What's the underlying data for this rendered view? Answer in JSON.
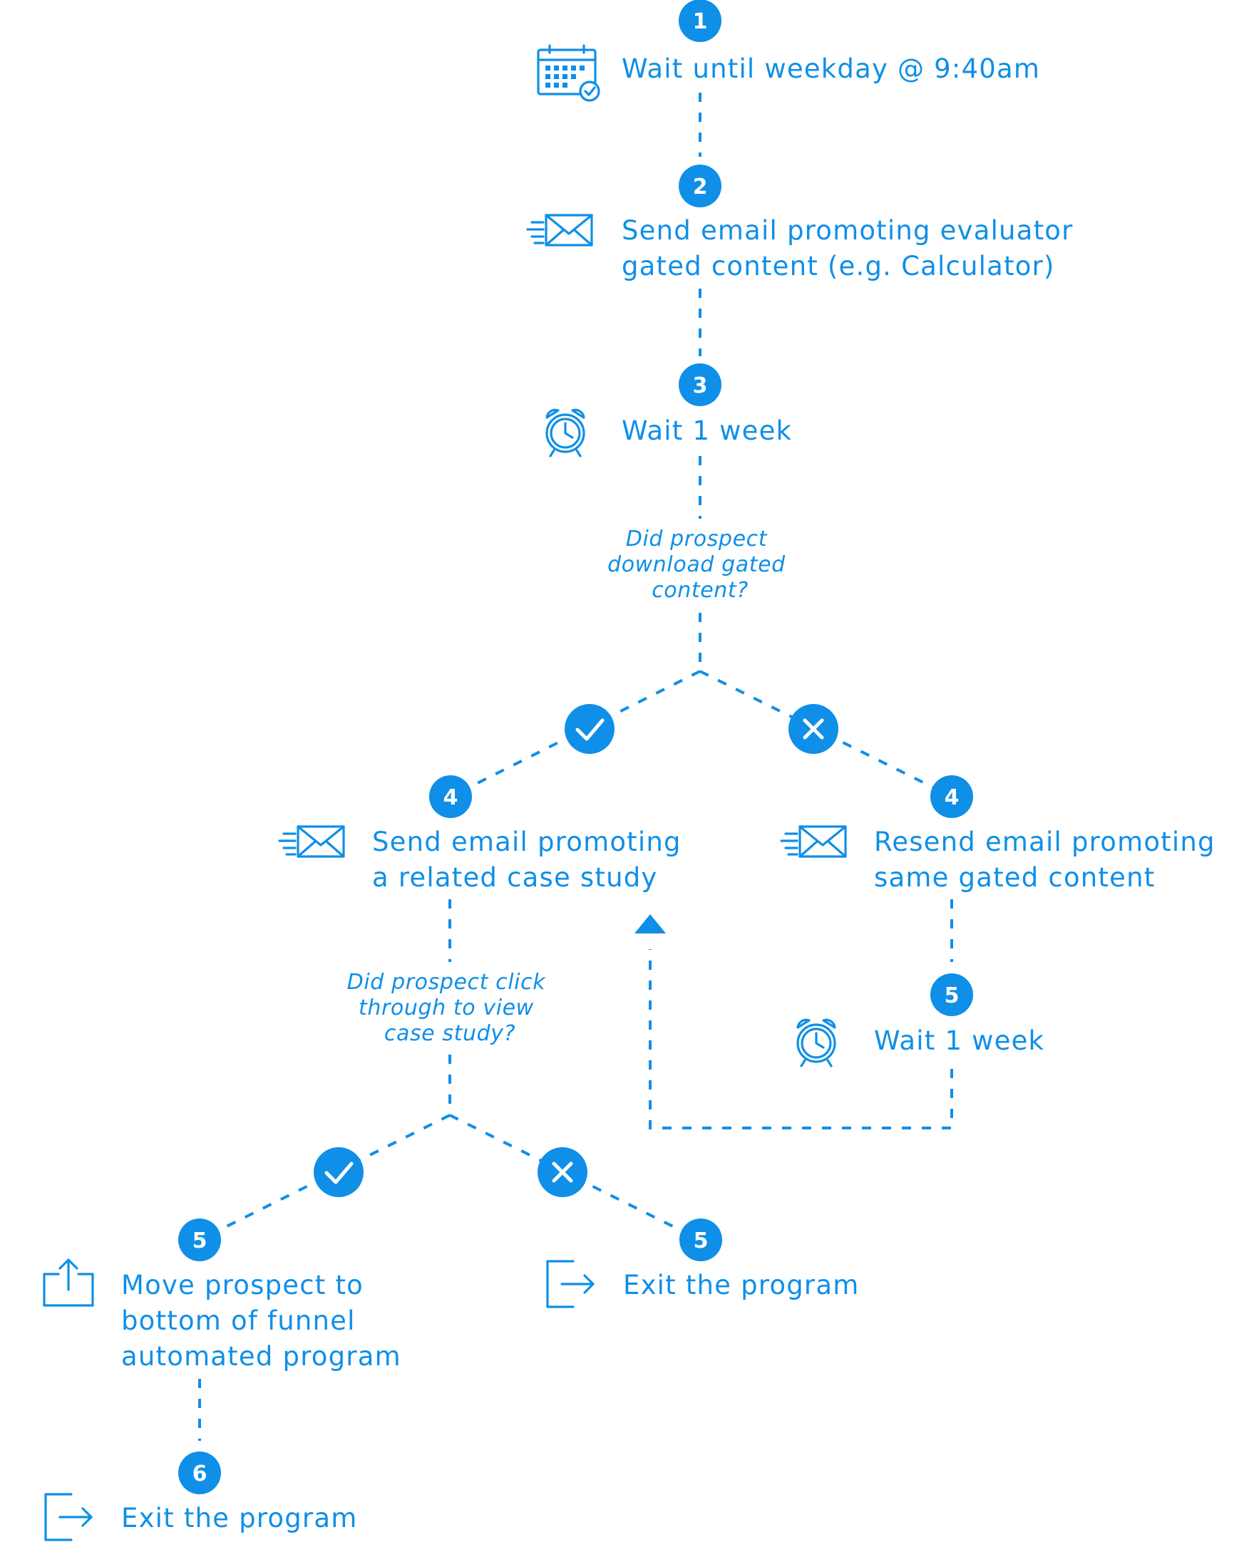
{
  "accent_color": "#0f8fe7",
  "steps": {
    "s1": {
      "badge": "1",
      "icon": "calendar-check-icon",
      "lines": [
        "Wait until weekday @ 9:40am"
      ]
    },
    "s2": {
      "badge": "2",
      "icon": "email-send-icon",
      "lines": [
        "Send email promoting evaluator",
        "gated content (e.g. Calculator)"
      ]
    },
    "s3": {
      "badge": "3",
      "icon": "alarm-clock-icon",
      "lines": [
        "Wait 1 week"
      ]
    },
    "s4a": {
      "badge": "4",
      "icon": "email-send-icon",
      "lines": [
        "Send email promoting",
        "a related case study"
      ]
    },
    "s4b": {
      "badge": "4",
      "icon": "email-send-icon",
      "lines": [
        "Resend email promoting",
        "same gated content"
      ]
    },
    "s5b": {
      "badge": "5",
      "icon": "alarm-clock-icon",
      "lines": [
        "Wait 1 week"
      ]
    },
    "s5a": {
      "badge": "5",
      "icon": "share-export-icon",
      "lines": [
        "Move prospect to",
        "bottom of funnel",
        "automated program"
      ]
    },
    "s5c": {
      "badge": "5",
      "icon": "exit-icon",
      "lines": [
        "Exit the program"
      ]
    },
    "s6": {
      "badge": "6",
      "icon": "exit-icon",
      "lines": [
        "Exit the program"
      ]
    }
  },
  "questions": {
    "q1": [
      "Did prospect",
      "download gated",
      "content?"
    ],
    "q2": [
      "Did prospect click",
      "through to view",
      "case study?"
    ]
  },
  "branches": {
    "q1_yes": "check-icon",
    "q1_no": "x-icon",
    "q2_yes": "check-icon",
    "q2_no": "x-icon"
  }
}
